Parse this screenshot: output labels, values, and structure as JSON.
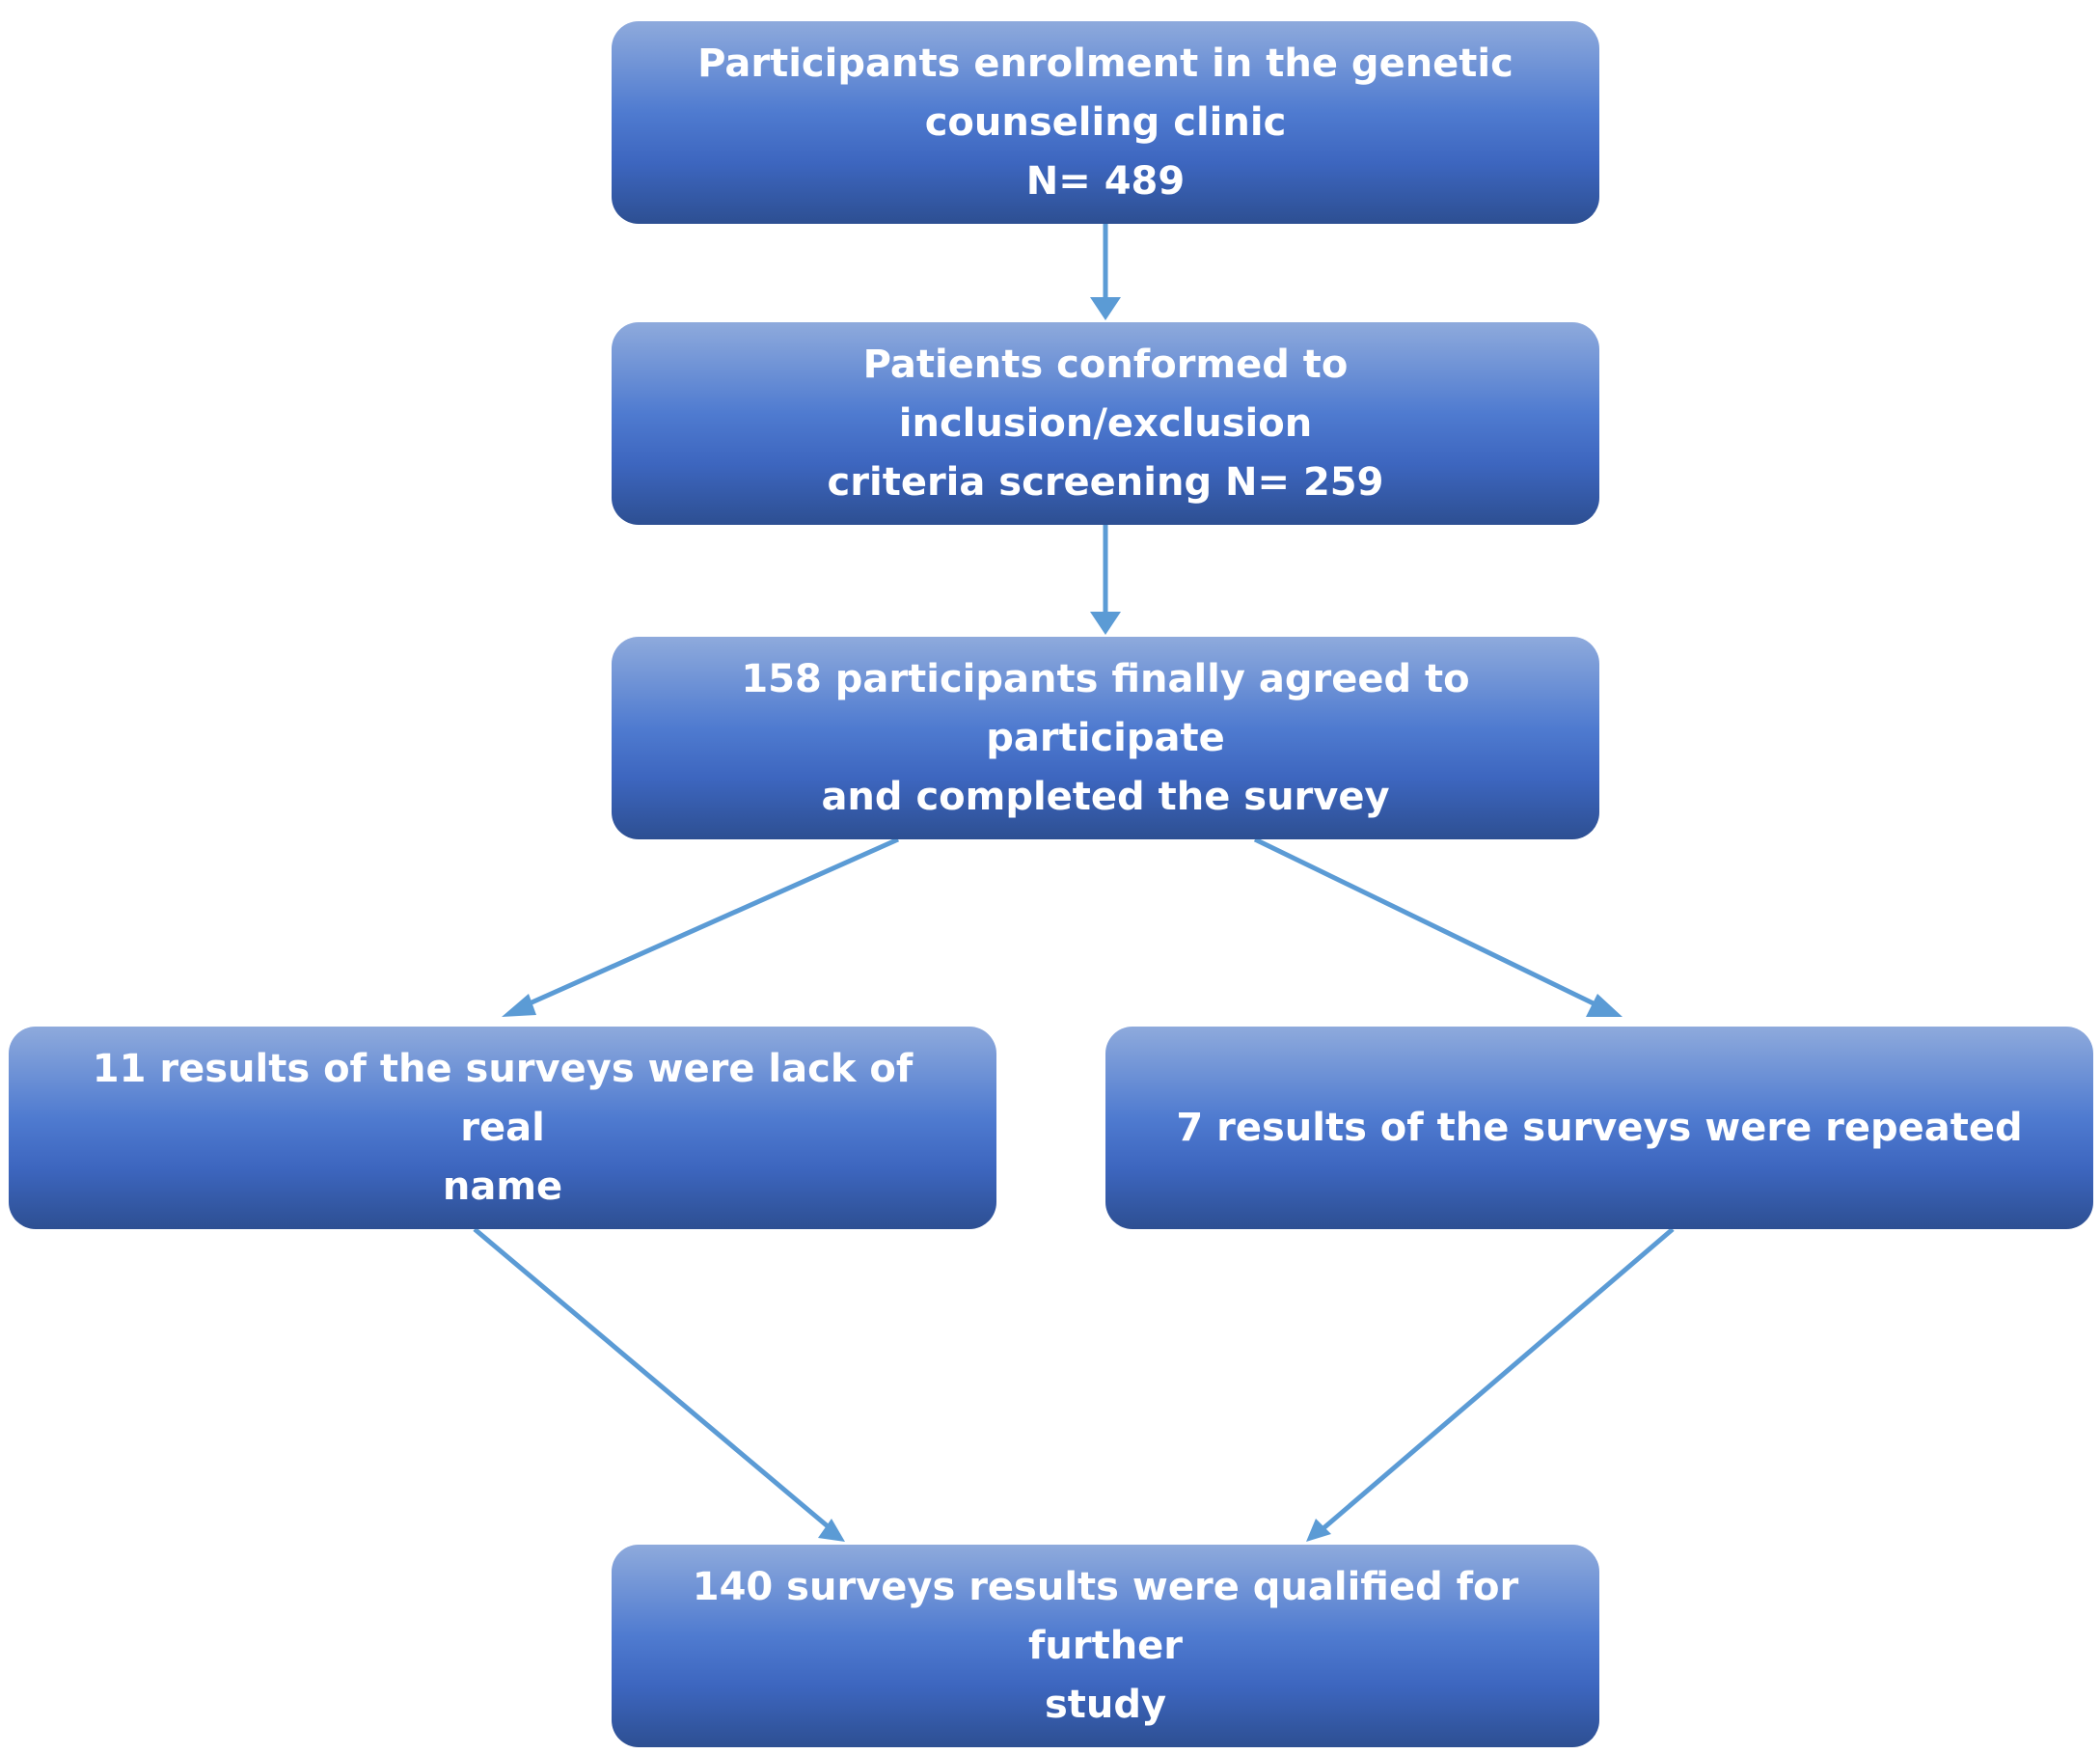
{
  "flowchart": {
    "boxes": [
      {
        "id": "enrolment",
        "text": "Participants enrolment in the genetic\ncounseling clinic\nN= 489"
      },
      {
        "id": "screening",
        "text": "Patients conformed to inclusion/exclusion\ncriteria screening N= 259"
      },
      {
        "id": "agreed",
        "text": "158 participants finally agreed to participate\nand completed the survey"
      },
      {
        "id": "lack-name",
        "text": "11 results of the surveys were lack of real\nname"
      },
      {
        "id": "repeated",
        "text": "7 results of the surveys were repeated"
      },
      {
        "id": "qualified",
        "text": "140 surveys results were qualified for further\nstudy"
      }
    ],
    "connections": [
      {
        "from": "enrolment",
        "to": "screening"
      },
      {
        "from": "screening",
        "to": "agreed"
      },
      {
        "from": "agreed",
        "to": "lack-name"
      },
      {
        "from": "agreed",
        "to": "repeated"
      },
      {
        "from": "lack-name",
        "to": "qualified"
      },
      {
        "from": "repeated",
        "to": "qualified"
      }
    ]
  },
  "colors": {
    "box_gradient_top": "#8eaadc",
    "box_gradient_bottom": "#2d4f92",
    "box_text": "#ffffff",
    "arrow": "#5b9bd5"
  }
}
